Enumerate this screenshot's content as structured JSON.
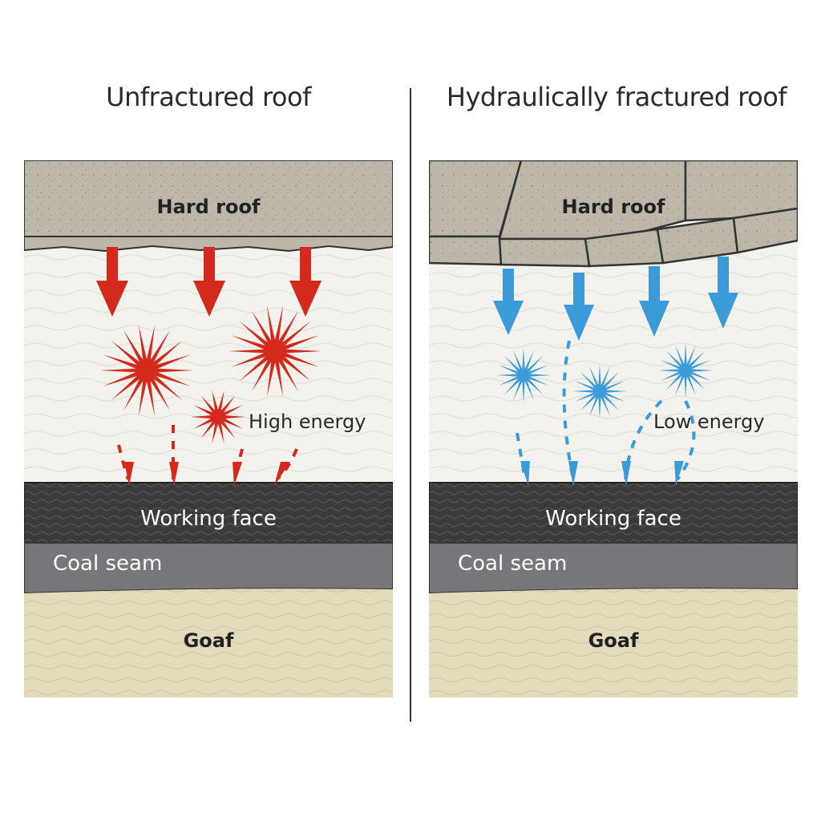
{
  "titles": {
    "left": "Unfractured roof",
    "right": "Hydraulically fractured roof"
  },
  "panels": {
    "left": {
      "hard_roof": "Hard roof",
      "energy": "High energy",
      "working_face": "Working face",
      "coal_seam": "Coal seam",
      "goaf": "Goaf"
    },
    "right": {
      "hard_roof": "Hard roof",
      "energy": "Low energy",
      "working_face": "Working face",
      "coal_seam": "Coal seam",
      "goaf": "Goaf"
    }
  },
  "colors": {
    "high_energy": "#d42a1e",
    "low_energy": "#3a9bd8",
    "hard_roof": "#b9b3a6",
    "working_face": "#3b3b3b",
    "coal_seam": "#767478",
    "goaf": "#e3dabb",
    "strata": "#f3f1ec"
  }
}
